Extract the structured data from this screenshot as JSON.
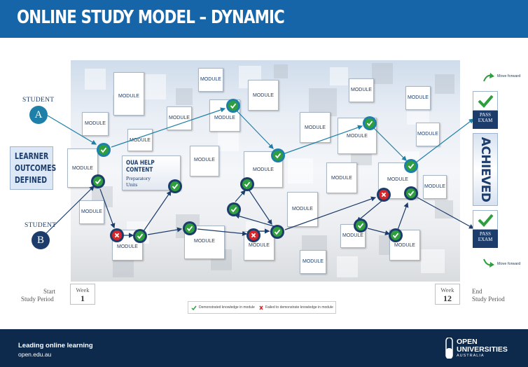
{
  "header": {
    "title": "ONLINE STUDY MODEL – DYNAMIC",
    "bg": "#1565a8"
  },
  "colors": {
    "navy": "#1c3d6b",
    "teal": "#1e7fa8",
    "ok": "#2e9e3e",
    "fail": "#d6262b"
  },
  "student_a": {
    "label": "STUDENT",
    "letter": "A"
  },
  "student_b": {
    "label": "STUDENT",
    "letter": "B"
  },
  "learner": {
    "line1": "LEARNER",
    "line2": "OUTCOMES",
    "line3": "DEFINED"
  },
  "oua": {
    "line1": "OUA HELP",
    "line2": "CONTENT",
    "line3": "Preparatory",
    "line4": "Units"
  },
  "module_label": "MODULE",
  "pass_exam": {
    "line1": "PASS",
    "line2": "EXAM"
  },
  "achieved": "ACHIEVED",
  "move_forward": "Move forward",
  "start": {
    "line1": "Start",
    "line2": "Study Period"
  },
  "end": {
    "line1": "End",
    "line2": "Study Period"
  },
  "week_start": {
    "label": "Week",
    "num": "1"
  },
  "week_end": {
    "label": "Week",
    "num": "12"
  },
  "legend": {
    "ok": "Demonstrated knowledge in module",
    "fail": "Failed to demonstrate knowledge in module"
  },
  "footer": {
    "tagline": "Leading online learning",
    "site": "open.edu.au",
    "logo1": "OPEN",
    "logo2": "UNIVERSITIES",
    "logo3": "AUSTRALIA"
  }
}
